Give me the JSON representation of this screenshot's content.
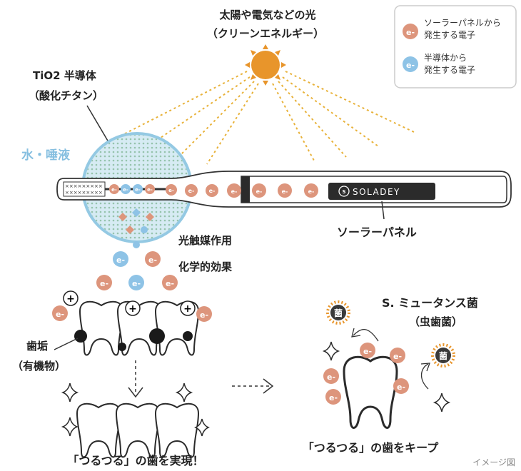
{
  "title": {
    "sun_line1": "太陽や電気などの光",
    "sun_line2": "（クリーンエネルギー）"
  },
  "legend": {
    "item1_line1": "ソーラーパネルから",
    "item1_line2": "発生する電子",
    "item2_line1": "半導体から",
    "item2_line2": "発生する電子"
  },
  "labels": {
    "tio2_line1": "TiO2 半導体",
    "tio2_line2": "（酸化チタン）",
    "water": "水・唾液",
    "solar_panel": "ソーラーパネル",
    "brand": "SOLADEY",
    "photocatalysis": "光触媒作用",
    "chemical": "化学的効果",
    "plaque_line1": "歯垢",
    "plaque_line2": "（有機物）",
    "mutans_line1": "S. ミュータンス菌",
    "mutans_line2": "（虫歯菌）",
    "bacteria": "菌",
    "result_left": "「つるつる」の歯を実現！",
    "result_right": "「つるつる」の歯をキープ",
    "image_note": "イメージ図"
  },
  "symbols": {
    "electron": "e-",
    "plus": "+"
  },
  "colors": {
    "electron_orange": "#dd957c",
    "electron_blue": "#8ec3e6",
    "sun": "#e8952b",
    "light_ray": "#e8b23a",
    "water_fill": "#d6ebf3",
    "water_stroke": "#94c9e3",
    "dark": "#2b2b2b"
  }
}
